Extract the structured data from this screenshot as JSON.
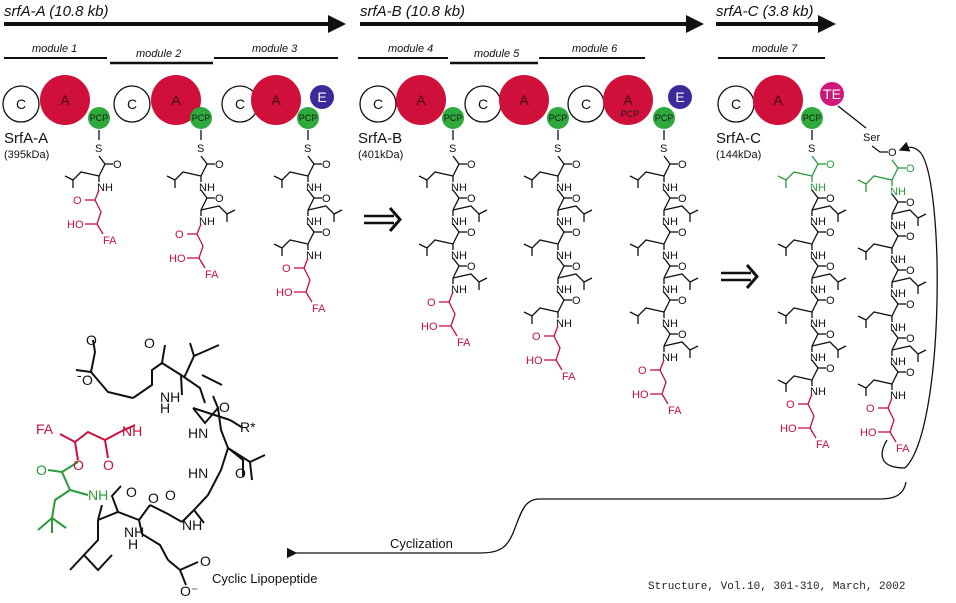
{
  "genes": [
    {
      "label": "srfA-A (10.8 kb)"
    },
    {
      "label": "srfA-B (10.8 kb)"
    },
    {
      "label": "srfA-C (3.8 kb)"
    }
  ],
  "modules": [
    "module 1",
    "module 2",
    "module 3",
    "module 4",
    "module 5",
    "module 6",
    "module 7"
  ],
  "domains": {
    "C": "C",
    "A": "A",
    "PCP": "PCP",
    "E": "E",
    "TE": "TE"
  },
  "colors": {
    "adenylation": "#d0103a",
    "pcp": "#2eaa3c",
    "epimerase": "#3a2a9a",
    "thioesterase": "#d0187a",
    "condensation": "#ffffff",
    "fatty_acid_highlight": "#c8103c",
    "leucine_highlight": "#2a9a3a"
  },
  "proteins": [
    {
      "name": "SrfA-A",
      "size": "(395kDa)"
    },
    {
      "name": "SrfA-B",
      "size": "(401kDa)"
    },
    {
      "name": "SrfA-C",
      "size": "(144kDa)"
    }
  ],
  "chem": {
    "S": "S",
    "O": "O",
    "O_minus": "O⁻",
    "NH": "NH",
    "HN": "HN",
    "H": "H",
    "HO": "HO",
    "FA": "FA",
    "Ser": "Ser",
    "R_star": "R*",
    "minus": "-"
  },
  "labels": {
    "cyclization": "Cyclization",
    "product": "Cyclic Lipopeptide",
    "citation": "Structure, Vol.10, 301-310, March, 2002"
  }
}
